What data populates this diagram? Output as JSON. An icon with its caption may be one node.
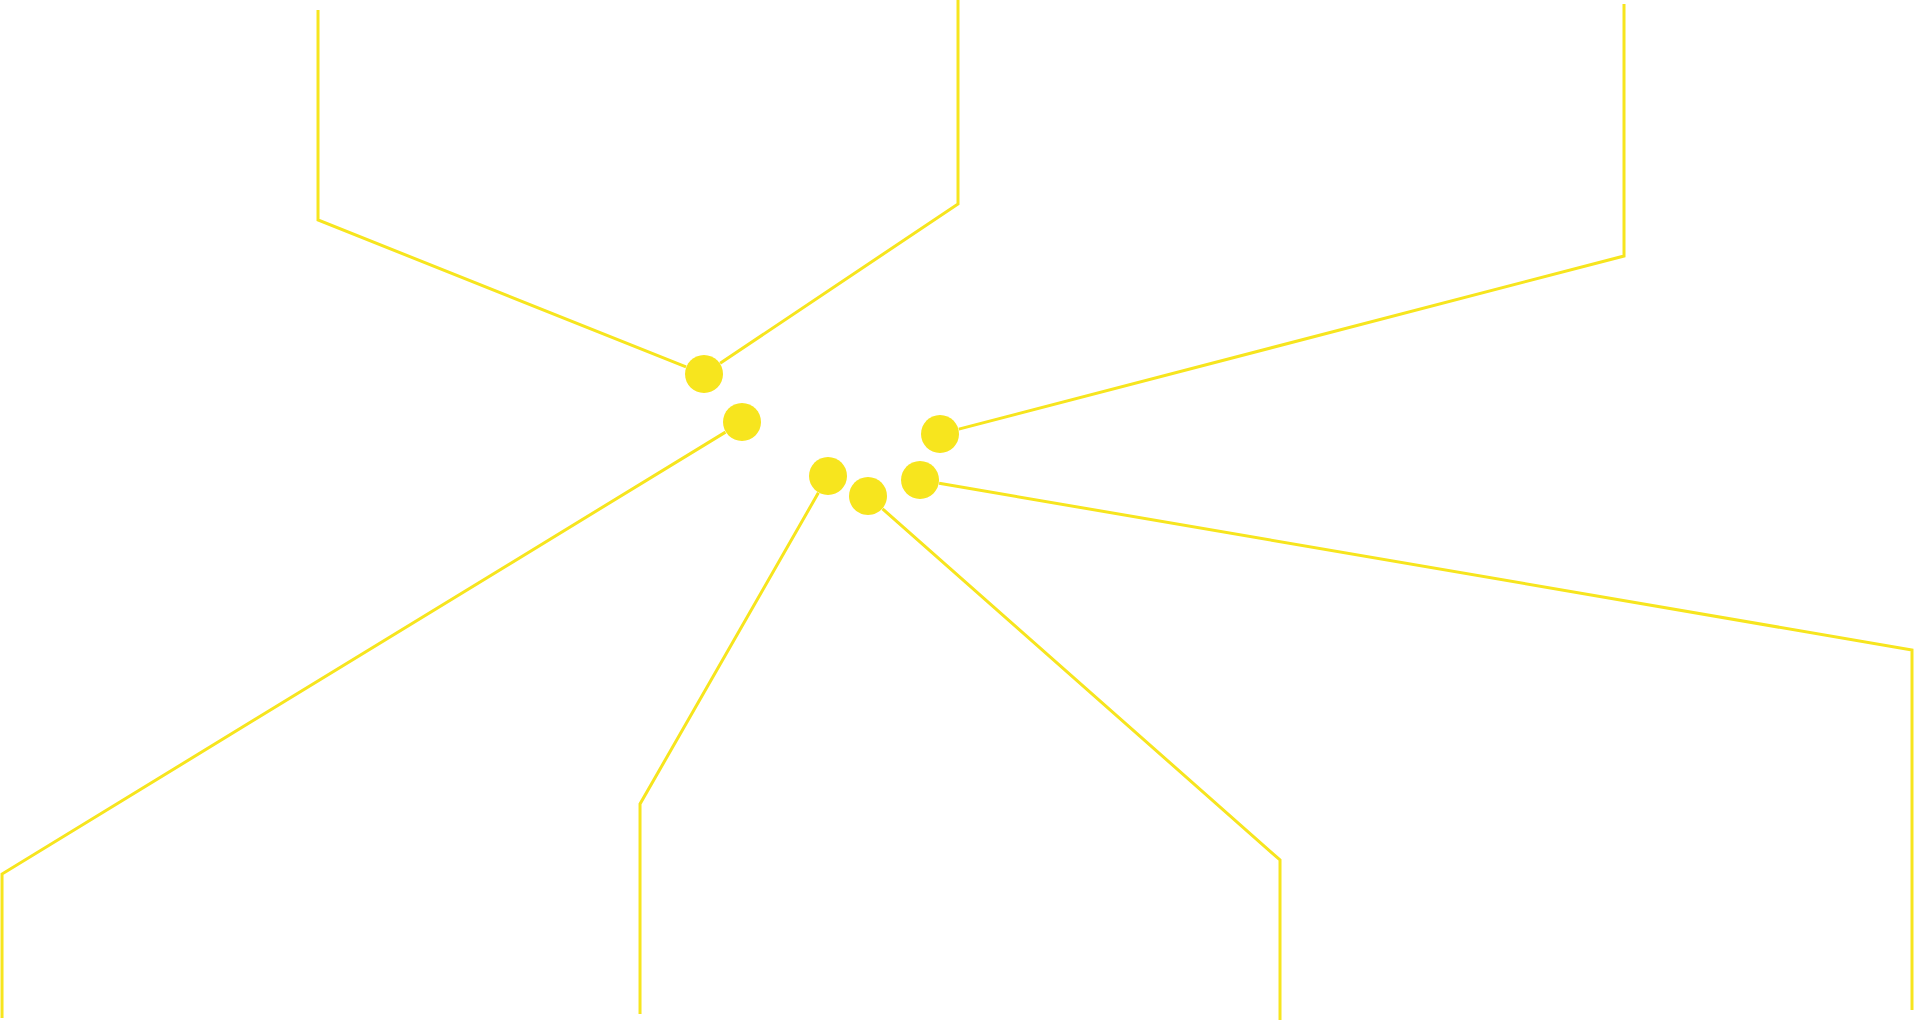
{
  "diagram": {
    "nodes": [
      {
        "text": [],
        "shape": "circle"
      },
      {
        "text": [],
        "shape": "circle"
      },
      {
        "text": [],
        "shape": "circle"
      },
      {
        "text": [],
        "shape": "circle"
      },
      {
        "text": [],
        "shape": "circle"
      },
      {
        "text": [],
        "shape": "circle"
      }
    ],
    "edges": [
      {
        "from": null,
        "to": 0,
        "arrow": "none"
      },
      {
        "from": null,
        "to": 0,
        "arrow": "none"
      },
      {
        "from": null,
        "to": 1,
        "arrow": "none"
      },
      {
        "from": null,
        "to": 2,
        "arrow": "none"
      },
      {
        "from": null,
        "to": 3,
        "arrow": "none"
      },
      {
        "from": null,
        "to": 4,
        "arrow": "none"
      },
      {
        "from": null,
        "to": 5,
        "arrow": "none"
      }
    ]
  }
}
